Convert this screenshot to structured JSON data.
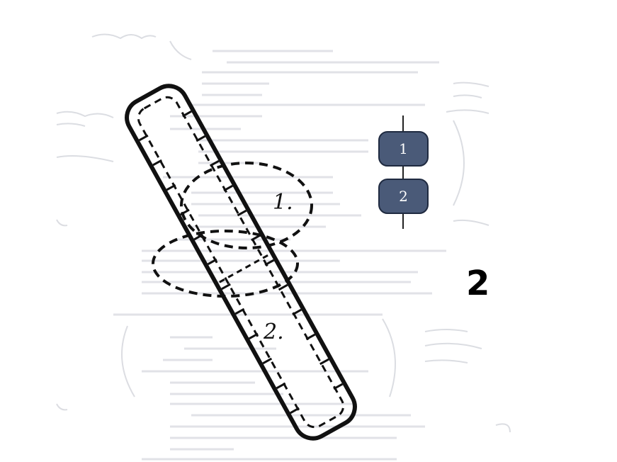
{
  "diagram": {
    "regions": [
      {
        "label": "1."
      },
      {
        "label": "2."
      }
    ],
    "nodes": [
      {
        "label": "1",
        "color": "#4a5a78"
      },
      {
        "label": "2",
        "color": "#4a5a78"
      }
    ],
    "page_number": "2"
  }
}
